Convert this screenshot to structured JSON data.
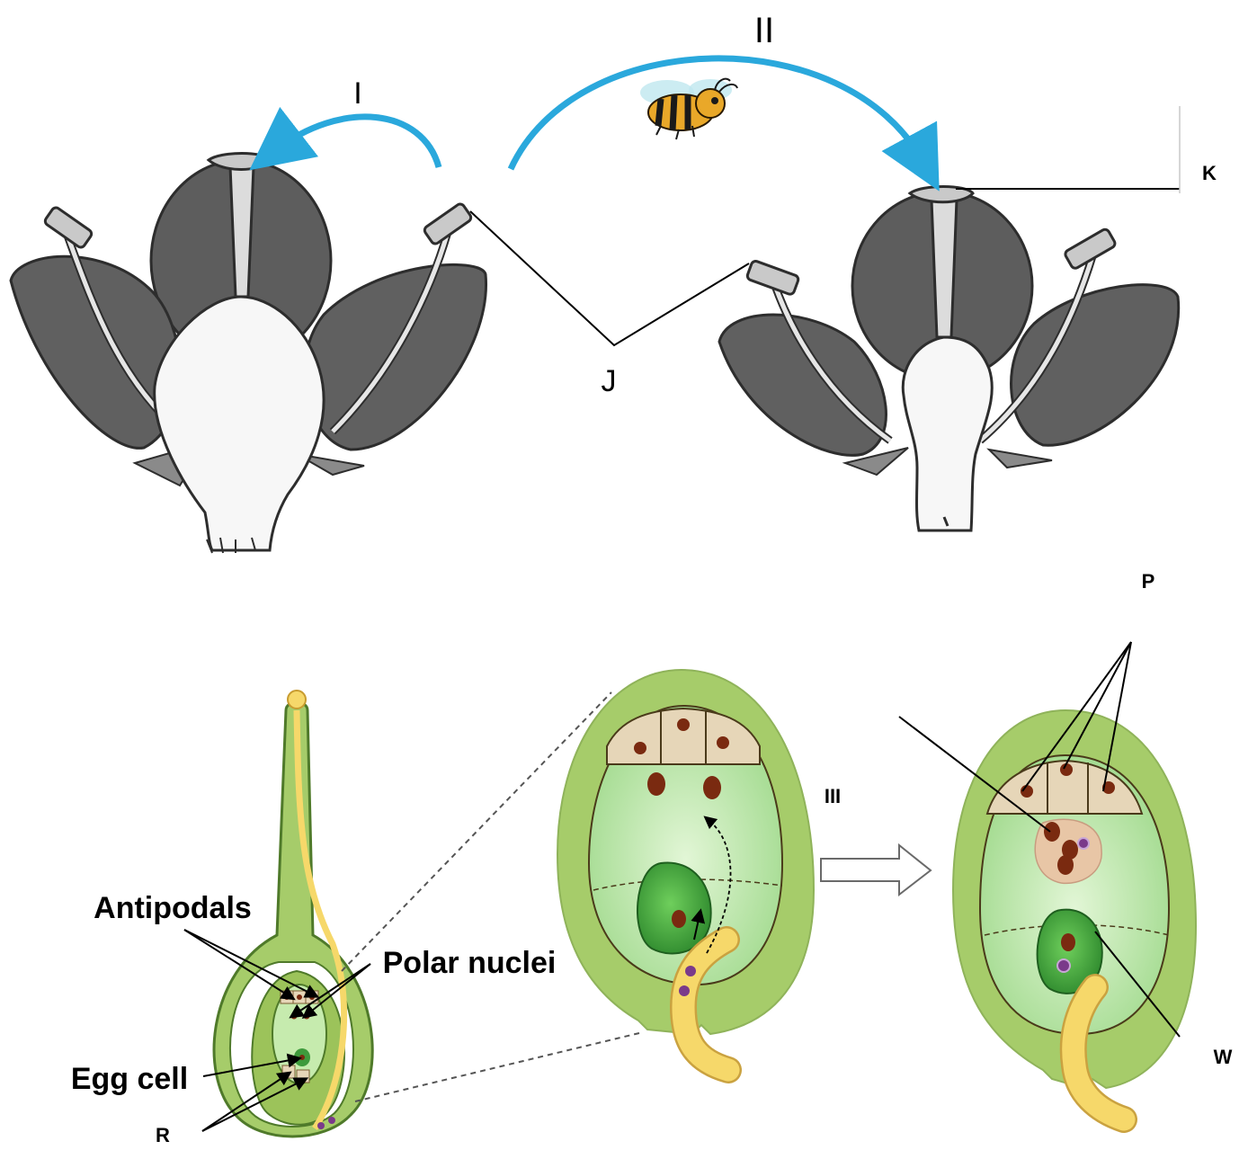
{
  "labels": {
    "I": "I",
    "II": "II",
    "J": "J",
    "K": "K",
    "P": "P",
    "III": "III",
    "W": "W",
    "R": "R",
    "antipodals": "Antipodals",
    "polar_nuclei": "Polar nuclei",
    "egg_cell": "Egg cell"
  },
  "colors": {
    "petal": "#5c5c5c",
    "petal_light": "#7a7a7a",
    "arrow_blue": "#2aa8dc",
    "ovule_outer": "#9cc35a",
    "embryo_sac": "#bfe6a8",
    "egg": "#3e9a3c",
    "pollen_tube": "#f6d86a",
    "nucleus": "#7a2a10",
    "antipodal_cell": "#e6d6b8"
  },
  "icons": {
    "bee": "bee-icon",
    "transition_arrow": "hollow-right-arrow-icon"
  }
}
